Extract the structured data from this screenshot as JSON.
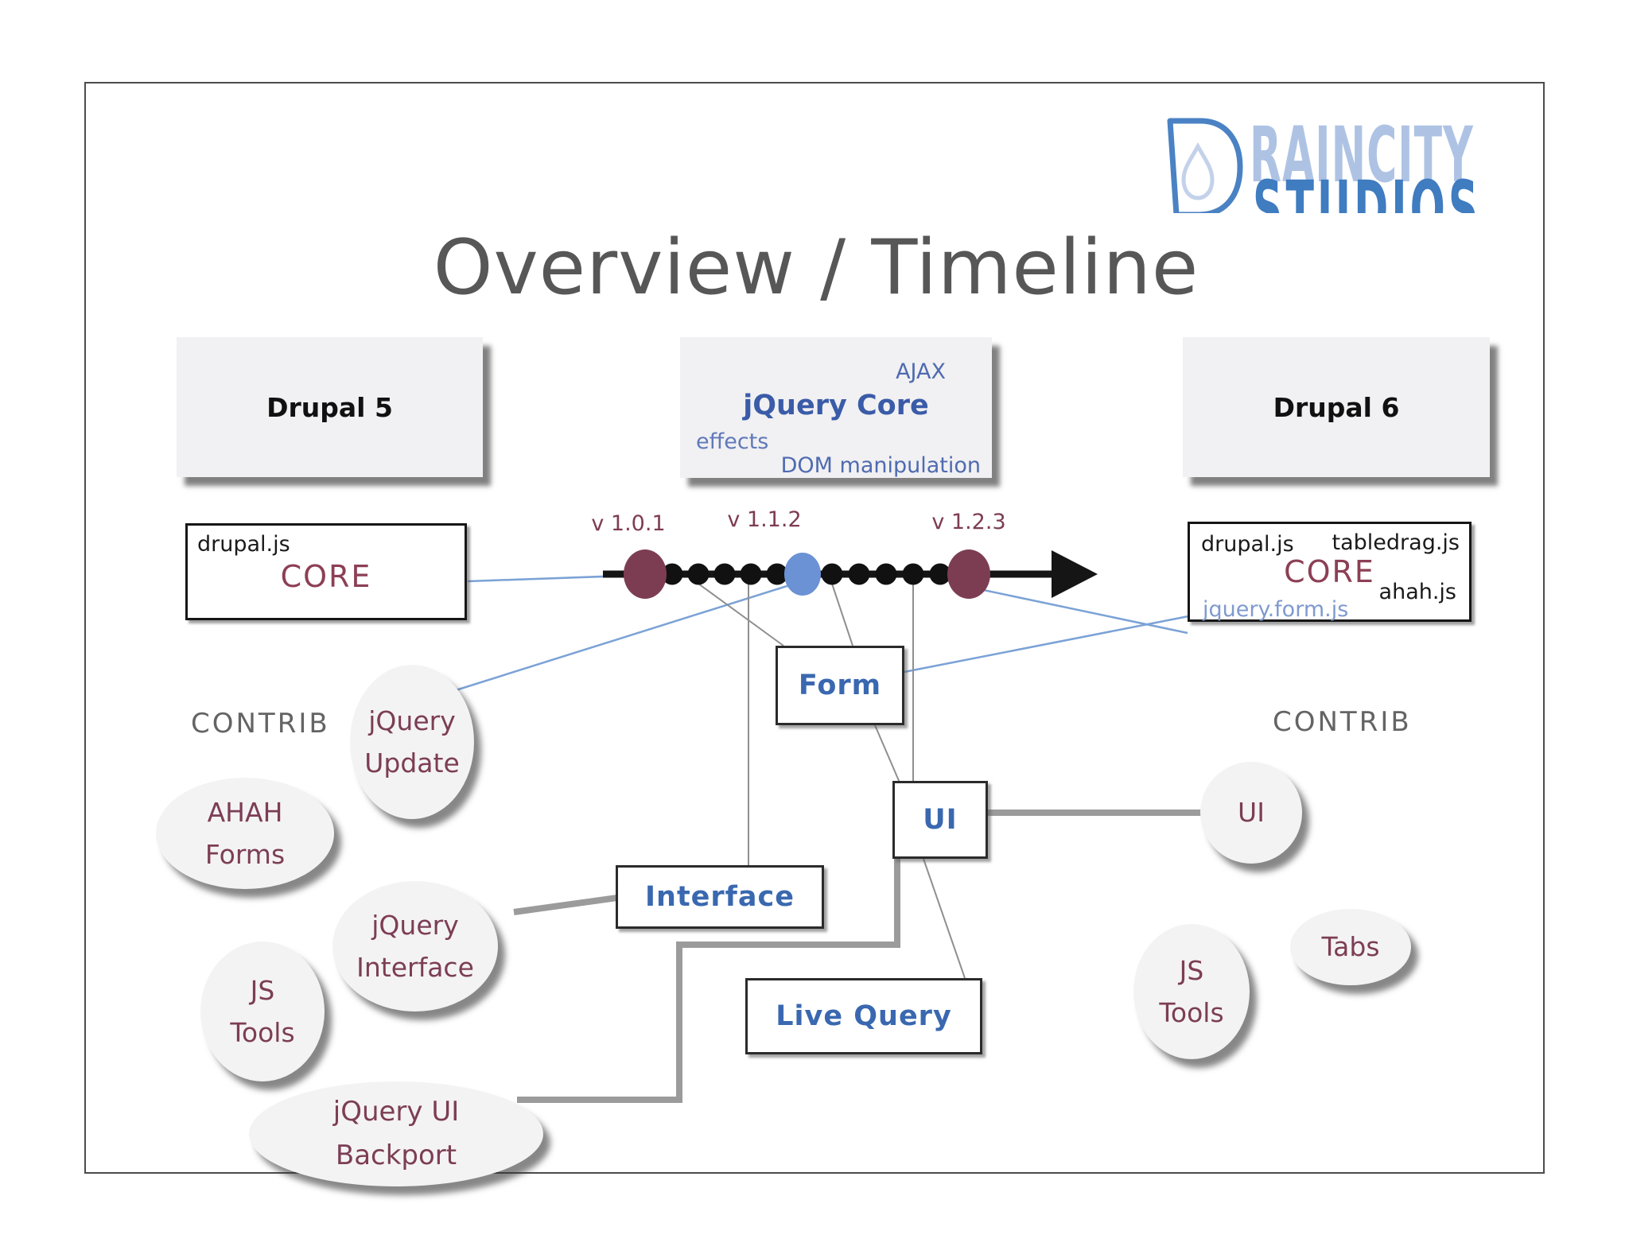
{
  "title": "Overview / Timeline",
  "logo": {
    "line1": "RAINCITY",
    "line2": "STUDIOS"
  },
  "header_boxes": {
    "drupal5": "Drupal 5",
    "jquery_core": {
      "title": "jQuery Core",
      "ajax": "AJAX",
      "effects": "effects",
      "dom": "DOM manipulation"
    },
    "drupal6": "Drupal 6"
  },
  "timeline": {
    "versions": [
      {
        "label": "v 1.0.1"
      },
      {
        "label": "v 1.1.2"
      },
      {
        "label": "v 1.2.3"
      }
    ]
  },
  "core_left": {
    "file_top": "drupal.js",
    "title": "CORE"
  },
  "core_right": {
    "file_top_left": "drupal.js",
    "file_top_right": "tabledrag.js",
    "title": "CORE",
    "file_mid_right": "ahah.js",
    "file_bottom_left": "jquery.form.js"
  },
  "contrib": {
    "left": "CONTRIB",
    "right": "CONTRIB"
  },
  "plugin_boxes": {
    "form": "Form",
    "ui": "UI",
    "interface": "Interface",
    "live_query": "Live Query"
  },
  "ellipses": {
    "jquery_update": {
      "line1": "jQuery",
      "line2": "Update"
    },
    "ahah_forms": {
      "line1": "AHAH",
      "line2": "Forms"
    },
    "js_tools_left": {
      "line1": "JS",
      "line2": "Tools"
    },
    "jquery_interface": {
      "line1": "jQuery",
      "line2": "Interface"
    },
    "jquery_ui_backport": {
      "line1": "jQuery UI",
      "line2": "Backport"
    },
    "ui_right": {
      "line1": "UI"
    },
    "js_tools_right": {
      "line1": "JS",
      "line2": "Tools"
    },
    "tabs": {
      "line1": "Tabs"
    }
  },
  "colors": {
    "title_gray": "#575757",
    "maroon_text": "#7c3e54",
    "core_maroon": "#8c3f55",
    "plugin_blue": "#3a68b0",
    "jquery_core_blue": "#3a5ca8",
    "light_blue_text": "#7f9ace",
    "dot_maroon": "#7c3d52",
    "dot_blue": "#6a92d4",
    "timeline_black": "#151515",
    "connector_blue": "#7ba2d6",
    "connector_gray_thin": "#8f8f8f",
    "connector_gray_thick": "#9b9b9b",
    "logo_light_blue": "#aec3e4",
    "logo_blue": "#3f7cc0",
    "contrib_gray": "#646464"
  }
}
